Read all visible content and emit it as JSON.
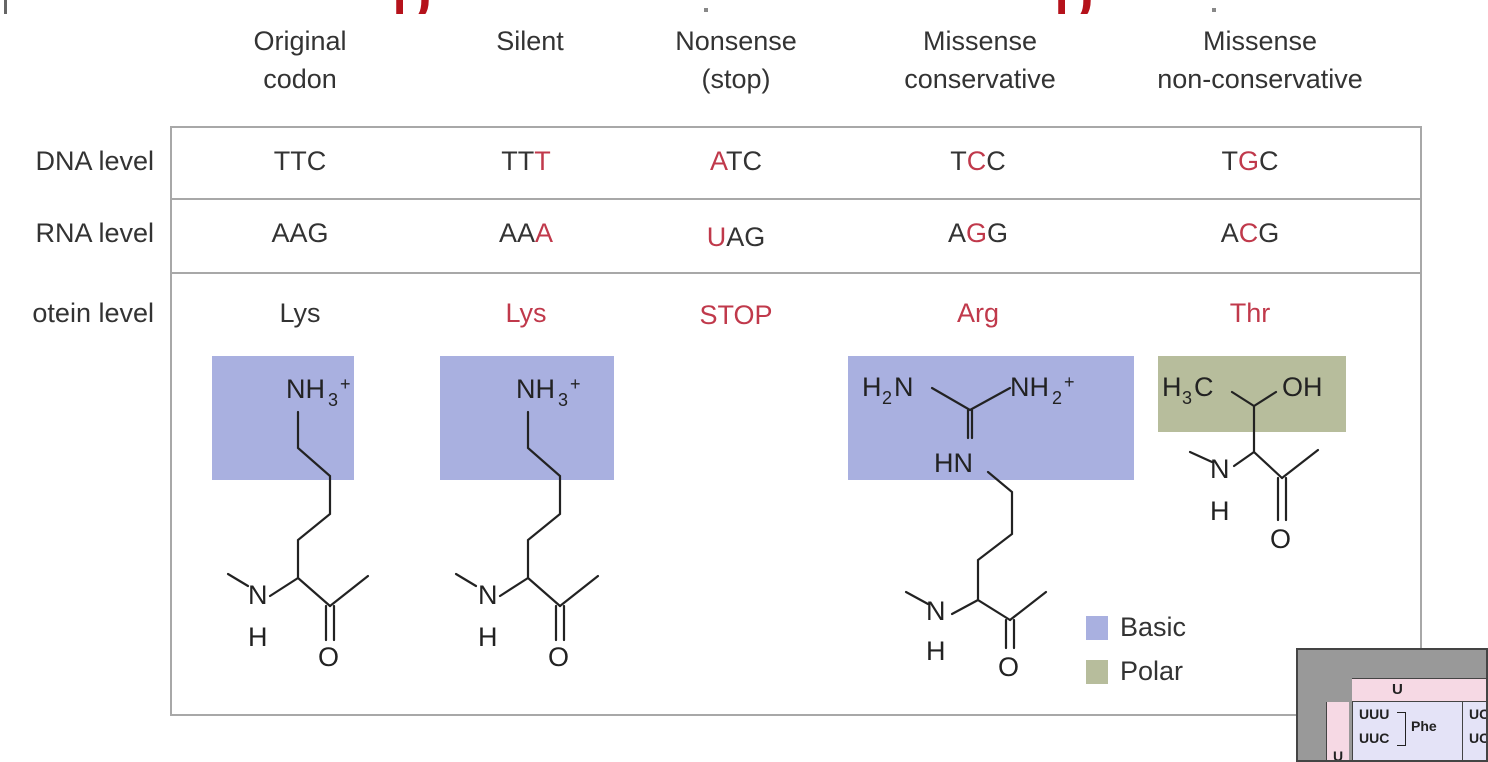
{
  "title_fragments": [
    "p",
    "p"
  ],
  "columns": [
    {
      "id": "original",
      "header": "Original\ncodon"
    },
    {
      "id": "silent",
      "header": "Silent"
    },
    {
      "id": "nonsense",
      "header": "Nonsense\n(stop)"
    },
    {
      "id": "missense_cons",
      "header": "Missense\nconservative"
    },
    {
      "id": "missense_noncons",
      "header": "Missense\nnon-conservative"
    }
  ],
  "row_labels": {
    "dna": "DNA level",
    "mrna": "RNA level",
    "protein": "otein level"
  },
  "dna": [
    {
      "pre": "TT",
      "mut": "",
      "post": "C",
      "mut_color": "#c0394b"
    },
    {
      "pre": "TT",
      "mut": "T",
      "post": ""
    },
    {
      "pre": "",
      "mut": "A",
      "post": "TC"
    },
    {
      "pre": "T",
      "mut": "C",
      "post": "C"
    },
    {
      "pre": "T",
      "mut": "G",
      "post": "C"
    }
  ],
  "mrna": [
    {
      "pre": "AAG",
      "mut": "",
      "post": ""
    },
    {
      "pre": "AA",
      "mut": "A",
      "post": ""
    },
    {
      "pre": "",
      "mut": "U",
      "post": "AG"
    },
    {
      "pre": "A",
      "mut": "G",
      "post": "G"
    },
    {
      "pre": "A",
      "mut": "C",
      "post": "G"
    }
  ],
  "protein": [
    {
      "label": "Lys",
      "highlight": false
    },
    {
      "label": "Lys",
      "highlight": true
    },
    {
      "label": "STOP",
      "highlight": true
    },
    {
      "label": "Arg",
      "highlight": true
    },
    {
      "label": "Thr",
      "highlight": true
    }
  ],
  "structures": {
    "nh3": "NH",
    "nh3_sub": "3",
    "nh3_sup": "+",
    "h2n": "H",
    "h2n_sub": "2",
    "h2n_n": "N",
    "nh2": "NH",
    "nh2_sub": "2",
    "nh2_sup": "+",
    "hn": "HN",
    "h3c": "H",
    "h3c_sub": "3",
    "h3c_c": "C",
    "oh": "OH",
    "n": "N",
    "h": "H",
    "o": "O"
  },
  "legend": [
    {
      "label": "Basic",
      "color": "#a9b0e0"
    },
    {
      "label": "Polar",
      "color": "#b7bd9c"
    }
  ],
  "inset_table": {
    "header": "U",
    "row_label": "U",
    "codons": [
      "UUU",
      "UUC"
    ],
    "amino": "Phe",
    "next_col": [
      "UC",
      "UC"
    ]
  },
  "colors": {
    "mutation": "#c0394b",
    "basic": "#a9b0e0",
    "polar": "#b7bd9c",
    "title": "#b5121b"
  }
}
